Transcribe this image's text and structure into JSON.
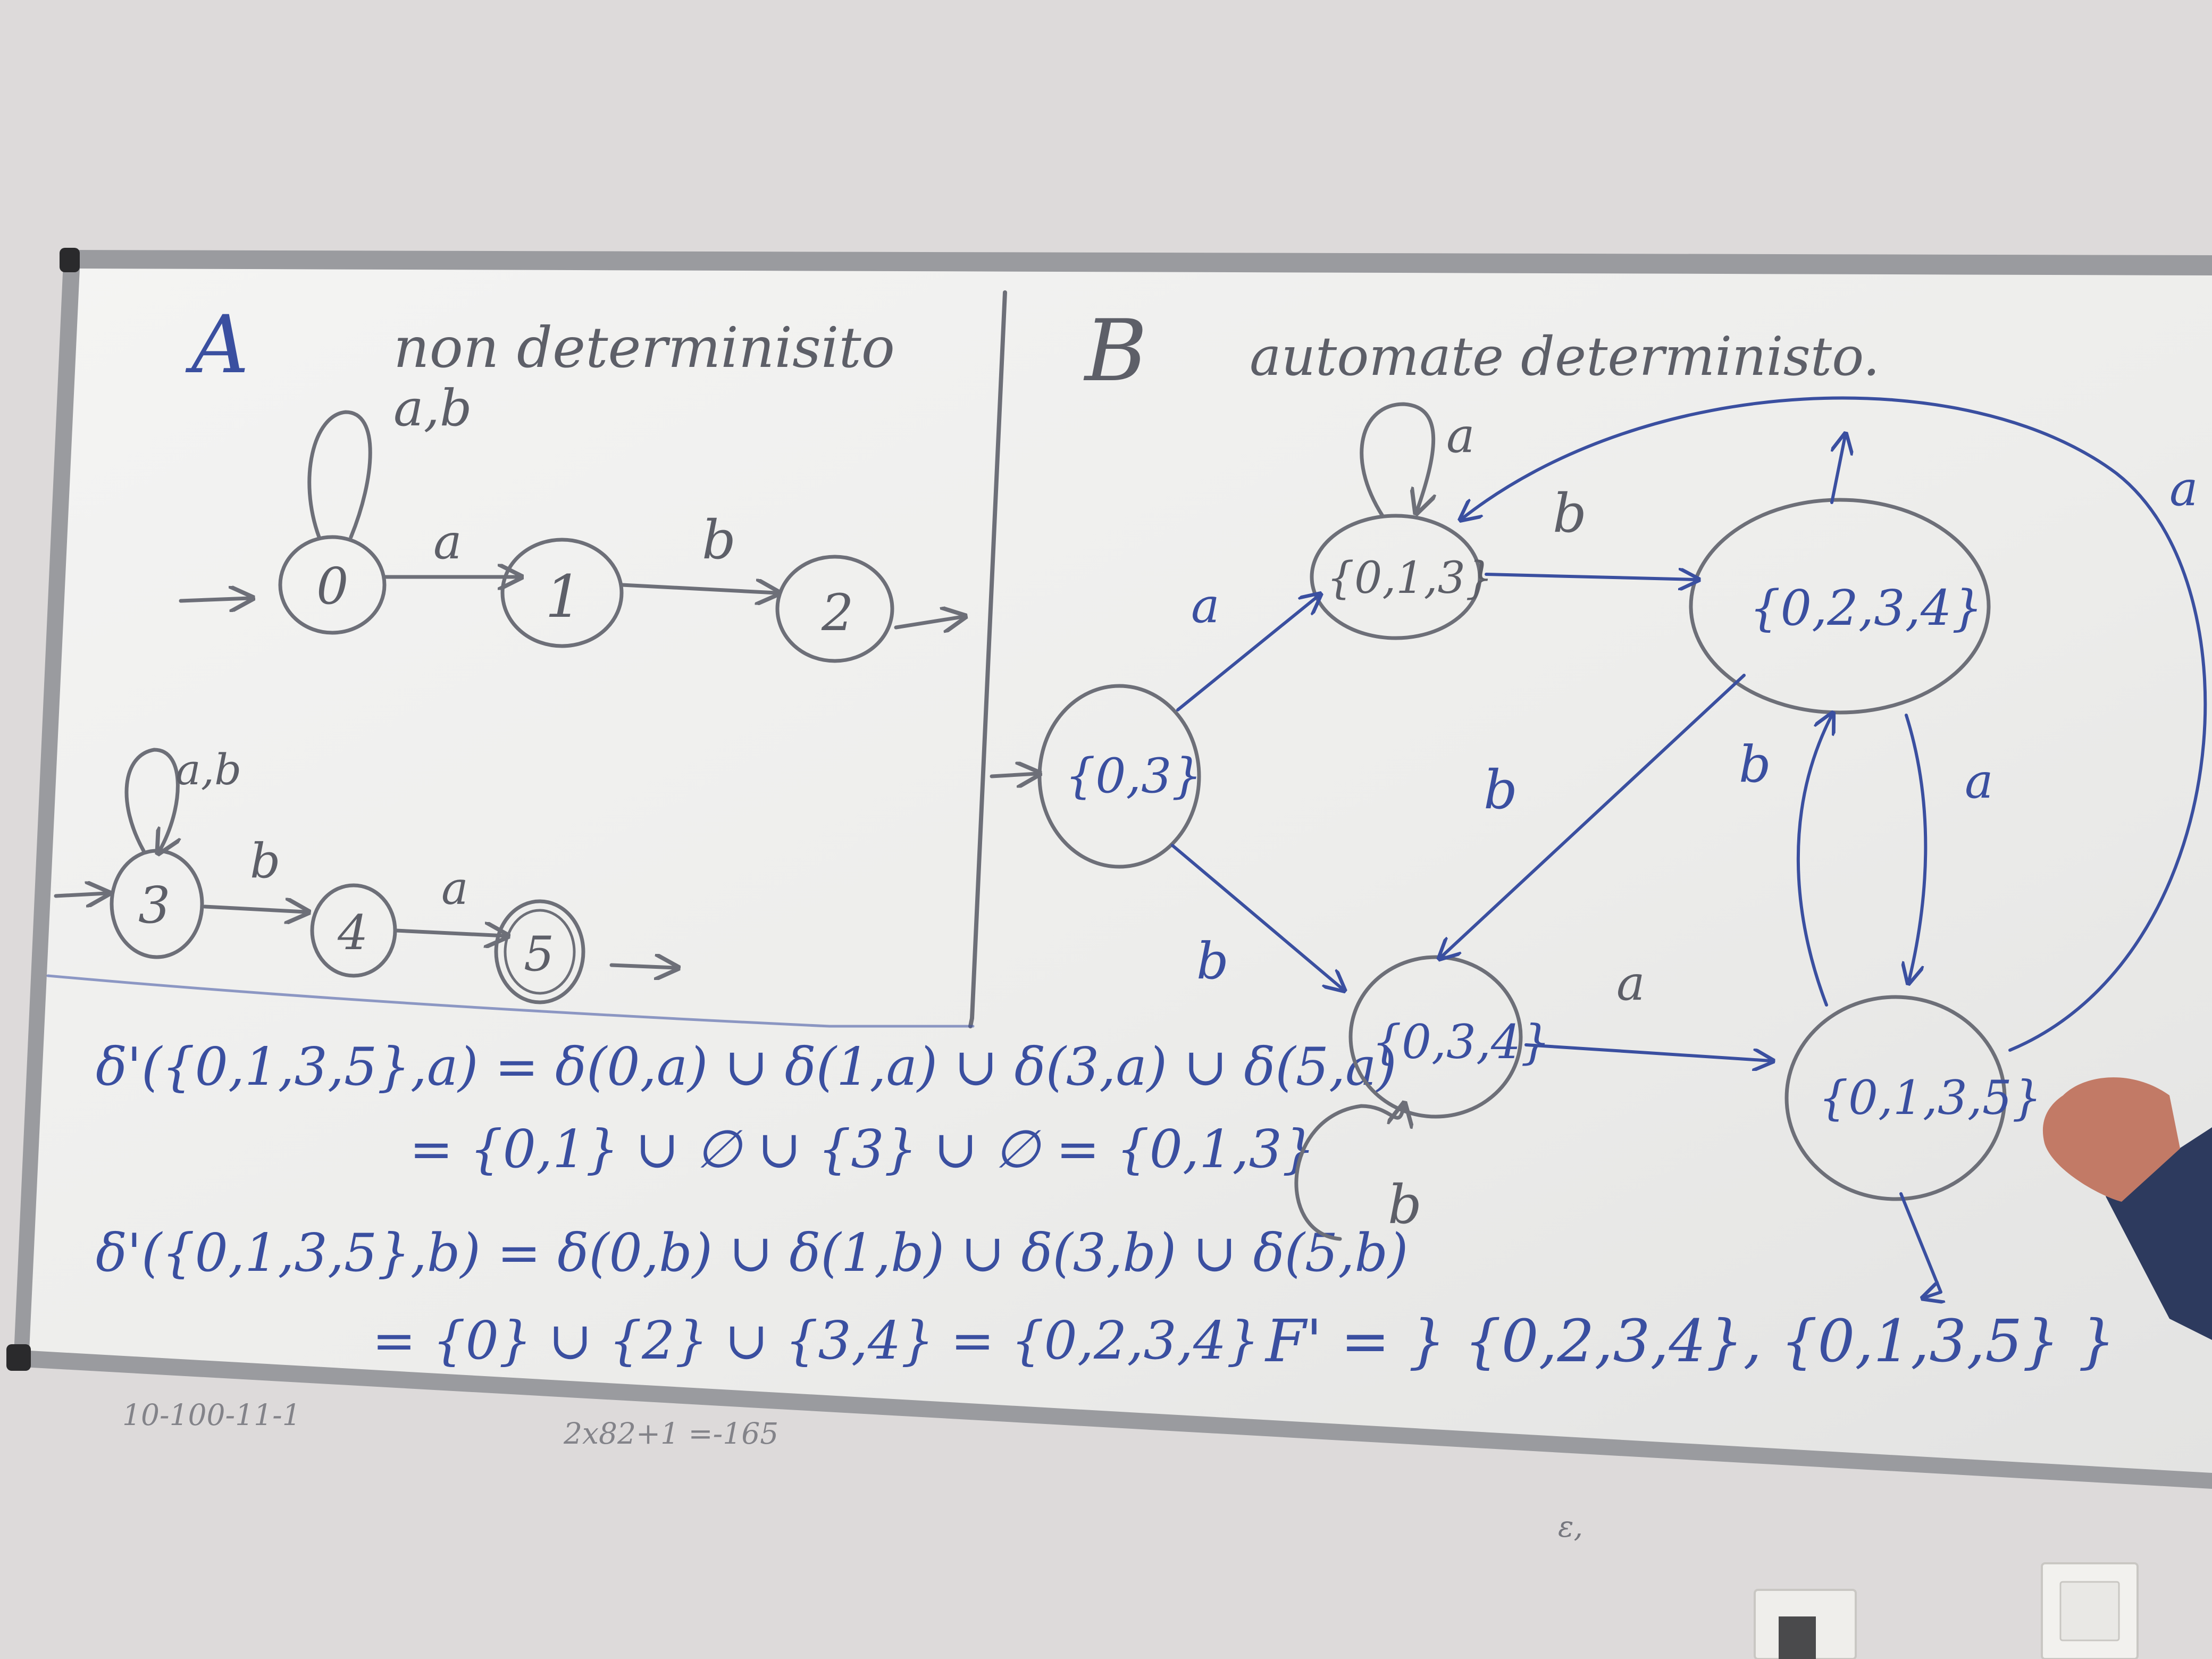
{
  "scene": {
    "colors": {
      "wall": "#dfdcdc",
      "board": "#f1f1ef",
      "frame": "#8e8f93",
      "ink_blue": "#3a4fa0",
      "ink_grey": "#6d6f78",
      "shirt": "#2d3a5e",
      "hand": "#c27a66"
    },
    "left_panel": {
      "title": "A",
      "subtitle": "non determinisito",
      "automaton_1": {
        "loop_label": "a,b",
        "edge_0_1": "a",
        "edge_1_2": "b",
        "states": [
          "0",
          "1",
          "2"
        ]
      },
      "automaton_2": {
        "loop_label": "a,b",
        "edge_3_4": "b",
        "edge_4_5": "a",
        "states": [
          "3",
          "4",
          "5"
        ]
      }
    },
    "right_panel": {
      "title": "B",
      "subtitle": "automate deterministo.",
      "states": {
        "s03": "{0,3}",
        "s013": "{0,1,3}",
        "s0234": "{0,2,3,4}",
        "s034": "{0,3,4}",
        "s0135": "{0,1,3,5}"
      },
      "edge_labels": {
        "s013_loop": "a",
        "s03_s013": "a",
        "s03_s034": "b",
        "s013_s0234": "b",
        "s0234_s034": "b",
        "s0135_s0234": "b",
        "s0234_s0135": "a",
        "s034_s0135": "a",
        "s034_loop": "b",
        "s0135_s013": "a"
      },
      "final_states": "F' = } {0,2,3,4}, {0,1,3,5} }"
    },
    "derivations": {
      "line1": "δ'({0,1,3,5},a) = δ(0,a) ∪ δ(1,a) ∪ δ(3,a) ∪ δ(5,a)",
      "line2": "= {0,1} ∪ ∅ ∪ {3} ∪ ∅ = {0,1,3}",
      "line3": "δ'({0,1,3,5},b) = δ(0,b) ∪ δ(1,b) ∪ δ(3,b) ∪ δ(5,b)",
      "line4": "= {0} ∪ {2} ∪ {3,4} = {0,2,3,4}"
    },
    "ghost_text": {
      "left": "10-100-11-1",
      "middle": "2x82+1 =-165",
      "right": "ε,"
    }
  }
}
